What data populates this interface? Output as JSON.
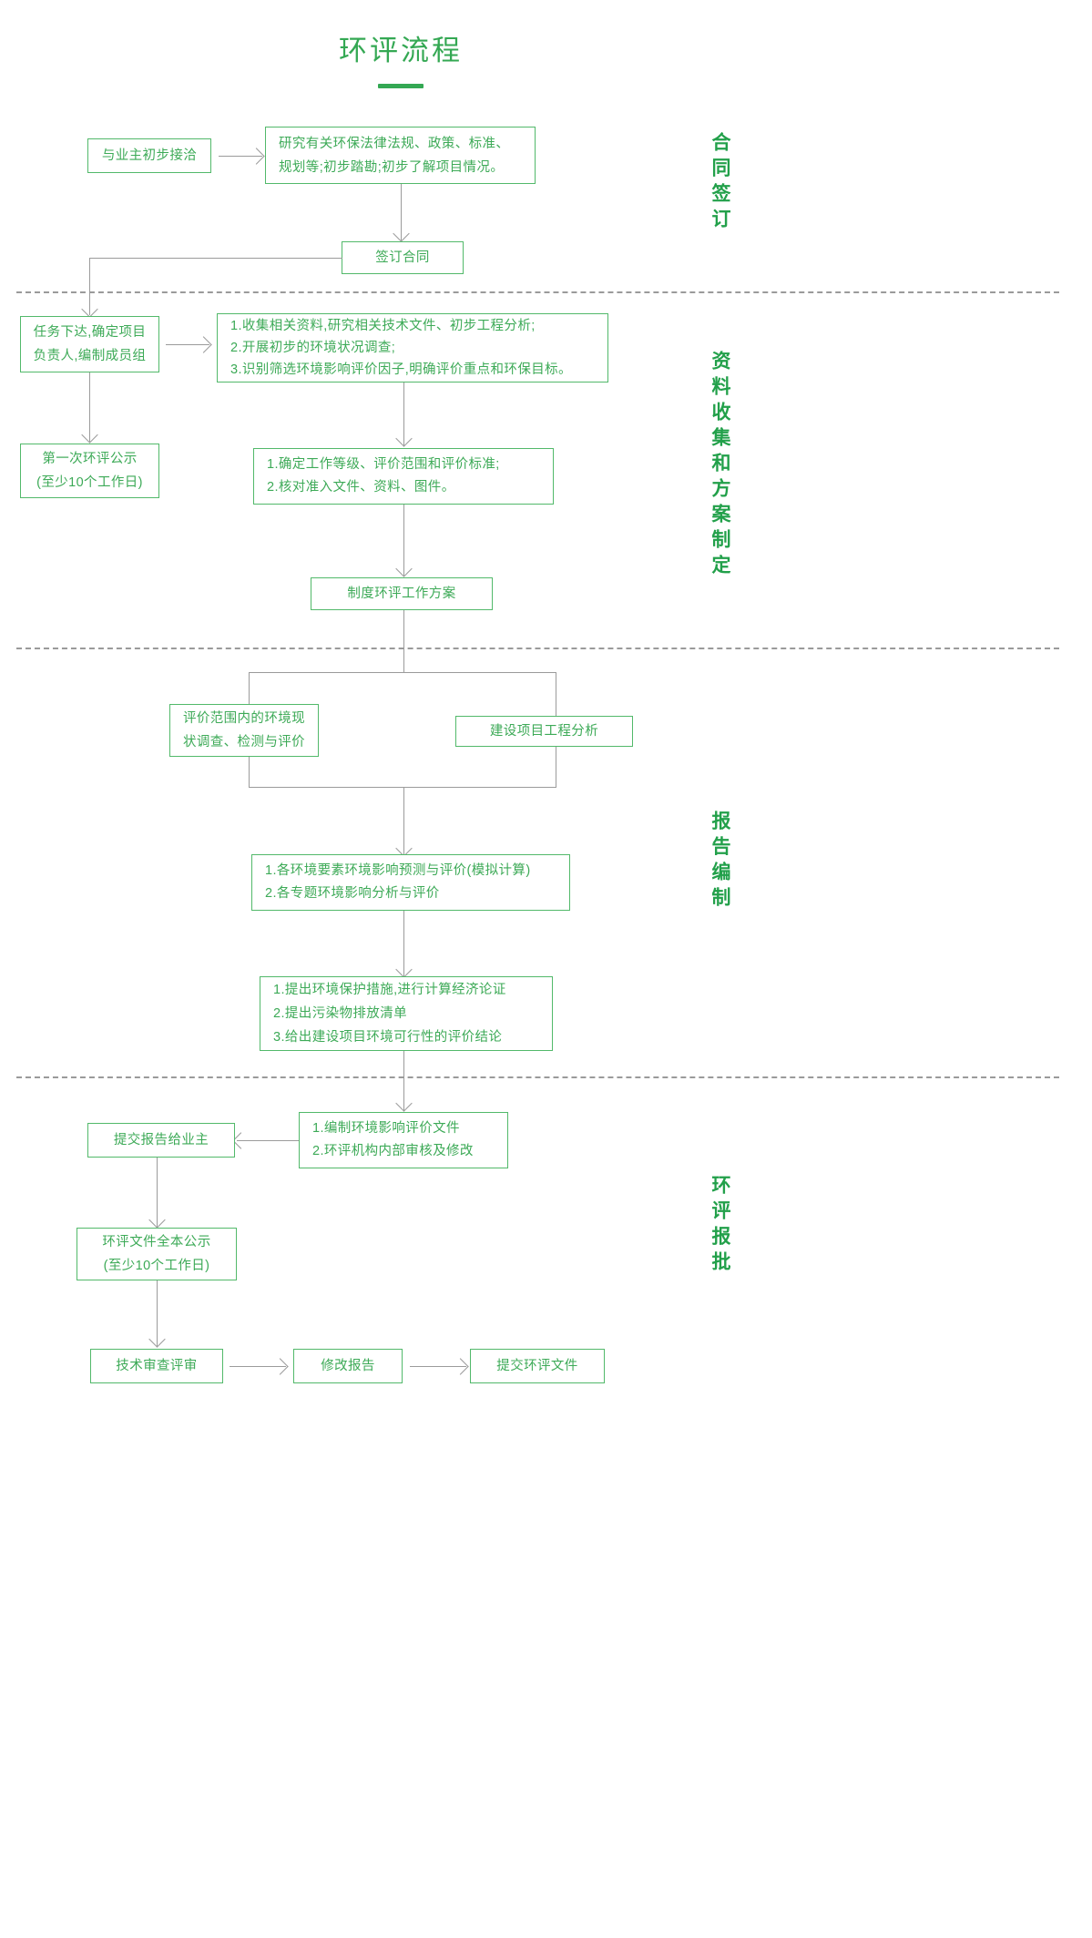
{
  "title": "环评流程",
  "sections": [
    {
      "id": "contract",
      "label": "合同签订"
    },
    {
      "id": "data",
      "label": "资料收集和方案制定"
    },
    {
      "id": "report",
      "label": "报告编制"
    },
    {
      "id": "approval",
      "label": "环评报批"
    }
  ],
  "nodes": {
    "initial_contact": "与业主初步接洽",
    "research": "研究有关环保法律法规、政策、标准、\n规划等;初步踏勘;初步了解项目情况。",
    "sign_contract": "签订合同",
    "task_assign": "任务下达,确定项目\n负责人,编制成员组",
    "collect_list": "1.收集相关资料,研究相关技术文件、初步工程分析;\n2.开展初步的环境状况调查;\n3.识别筛选环境影响评价因子,明确评价重点和环保目标。",
    "first_publicity": "第一次环评公示\n(至少10个工作日)",
    "work_level": "1.确定工作等级、评价范围和评价标准;\n2.核对准入文件、资料、图件。",
    "work_plan": "制度环评工作方案",
    "env_survey": "评价范围内的环境现\n状调查、检测与评价",
    "project_analysis": "建设项目工程分析",
    "impact_predict": "1.各环境要素环境影响预测与评价(模拟计算)\n2.各专题环境影响分析与评价",
    "measures": "1.提出环境保护措施,进行计算经济论证\n2.提出污染物排放清单\n3.给出建设项目环境可行性的评价结论",
    "compile_doc": "1.编制环境影响评价文件\n2.环评机构内部审核及修改",
    "submit_owner": "提交报告给业主",
    "full_publicity": "环评文件全本公示\n(至少10个工作日)",
    "tech_review": "技术审查评审",
    "revise_report": "修改报告",
    "submit_eia": "提交环评文件"
  },
  "colors": {
    "accent": "#34a853",
    "box_border": "#52b96a",
    "box_text": "#3daa57",
    "connector": "#9b9b9b",
    "divider": "#9a9a9a",
    "background": "#ffffff"
  }
}
